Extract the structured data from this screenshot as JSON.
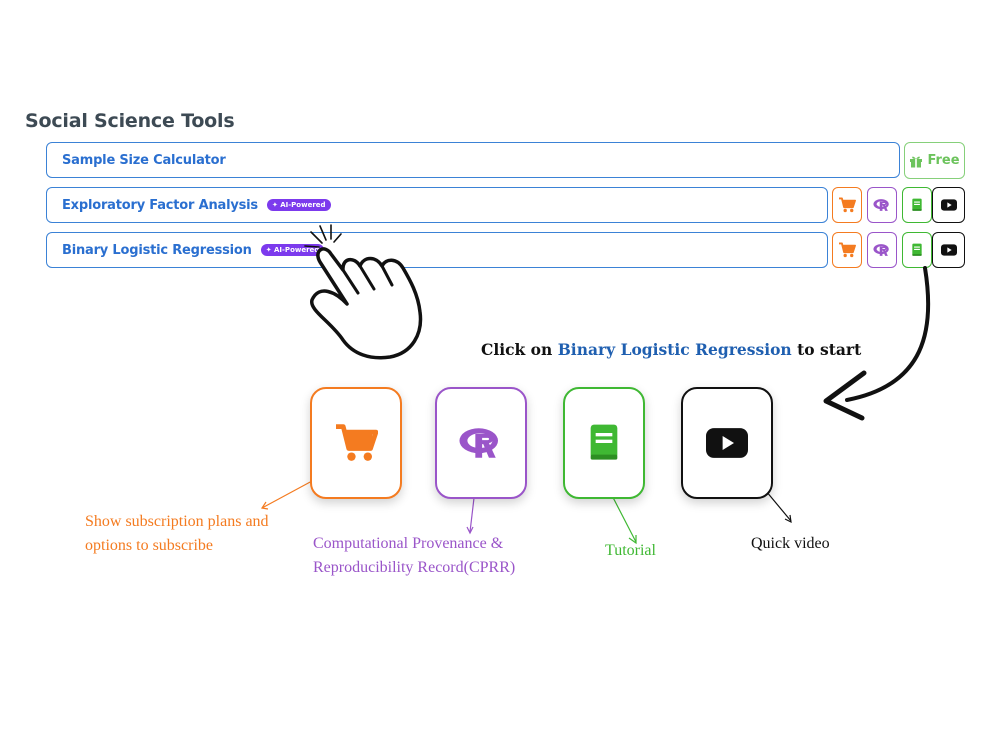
{
  "section": {
    "title": "Social Science Tools"
  },
  "tools": [
    {
      "name": "Sample Size Calculator",
      "badge": "",
      "free_label": "Free"
    },
    {
      "name": "Exploratory Factor Analysis",
      "badge": "✦ AI-Powered"
    },
    {
      "name": "Binary Logistic Regression",
      "badge": "✦ AI-Powered"
    }
  ],
  "row_icons": [
    "cart-icon",
    "r-logo-icon",
    "book-icon",
    "youtube-icon"
  ],
  "instruction": {
    "prefix": "Click on",
    "highlight": "Binary Logistic Regression",
    "suffix": "to start"
  },
  "legend": {
    "cart": "Show subscription plans and options to subscribe",
    "cprr": "Computational Provenance & Reproducibility Record(CPRR)",
    "tutorial": "Tutorial",
    "video": "Quick video"
  },
  "colors": {
    "orange": "#f47b20",
    "purple": "#9a55c9",
    "green": "#3fb833",
    "black": "#111111",
    "blue": "#2a6fd0",
    "badge": "#7c3aed"
  }
}
